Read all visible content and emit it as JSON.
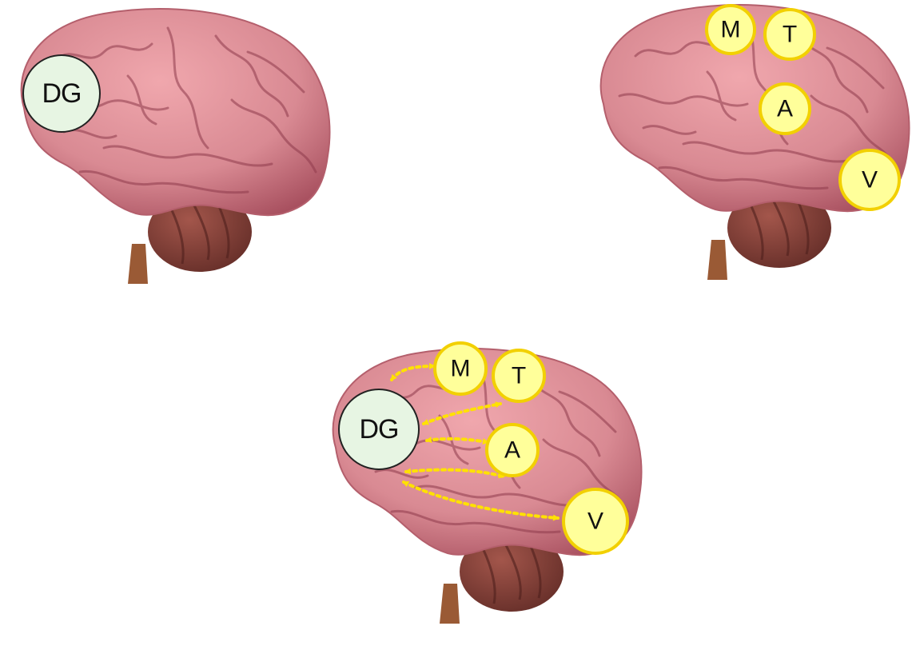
{
  "colors": {
    "brain": "#d98a93",
    "brain_shadow": "#b45f6c",
    "gyrus_line": "#8f3b4c",
    "cerebellum": "#7d3b33",
    "stem": "#9a5a35",
    "dg_fill": "#e7f5e3",
    "node_fill": "#ffff9a",
    "node_stroke": "#f2d000",
    "arrow": "#ffe100"
  },
  "panels": {
    "top_left": {
      "nodes": [
        {
          "id": "dg",
          "label": "DG"
        }
      ]
    },
    "top_right": {
      "nodes": [
        {
          "id": "m",
          "label": "M"
        },
        {
          "id": "t",
          "label": "T"
        },
        {
          "id": "a",
          "label": "A"
        },
        {
          "id": "v",
          "label": "V"
        }
      ]
    },
    "bottom": {
      "nodes": [
        {
          "id": "dg",
          "label": "DG"
        },
        {
          "id": "m",
          "label": "M"
        },
        {
          "id": "t",
          "label": "T"
        },
        {
          "id": "a",
          "label": "A"
        },
        {
          "id": "v",
          "label": "V"
        }
      ],
      "connections": [
        {
          "from": "DG",
          "to": "M",
          "style": "dotted-bidirectional"
        },
        {
          "from": "DG",
          "to": "T",
          "style": "dotted-bidirectional"
        },
        {
          "from": "DG",
          "to": "A",
          "style": "dotted-bidirectional"
        },
        {
          "from": "DG",
          "to": "A",
          "style": "dotted-bidirectional"
        },
        {
          "from": "DG",
          "to": "V",
          "style": "dotted-bidirectional"
        }
      ]
    }
  }
}
